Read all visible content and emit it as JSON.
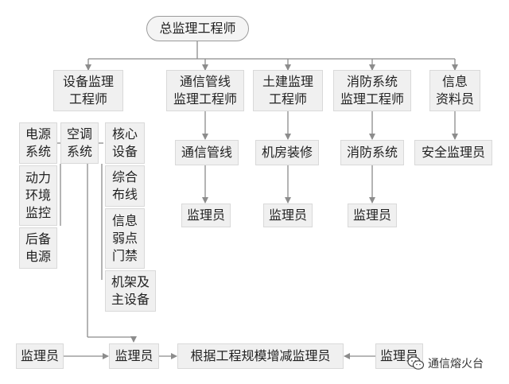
{
  "root": "总监理工程师",
  "l1": {
    "equipment": "设备监理\n工程师",
    "telecom": "通信管线\n监理工程师",
    "civil": "土建监理\n工程师",
    "fire": "消防系统\n监理工程师",
    "info": "信息\n资料员"
  },
  "equipment_sub": {
    "power": "电源\n系统",
    "env": "动力\n环境\n监控",
    "backup": "后备\n电源",
    "ac": "空调\n系统",
    "core": "核心\n设备",
    "cabling": "综合\n布线",
    "weak": "信息\n弱点\n门禁",
    "rack": "机架及\n主设备"
  },
  "l2": {
    "telecom": "通信管线",
    "civil": "机房装修",
    "fire": "消防系统",
    "info": "安全监理员"
  },
  "l3": {
    "telecom": "监理员",
    "civil": "监理员",
    "fire": "监理员"
  },
  "bottom": {
    "left": "监理员",
    "mid": "监理员",
    "adjust": "根据工程规模增减监理员",
    "right": "监理员"
  },
  "watermark": "通信熔火台",
  "colors": {
    "line": "#8c8c8c",
    "box_fill": "#f0f0f0",
    "box_border": "#d9d9d9"
  }
}
